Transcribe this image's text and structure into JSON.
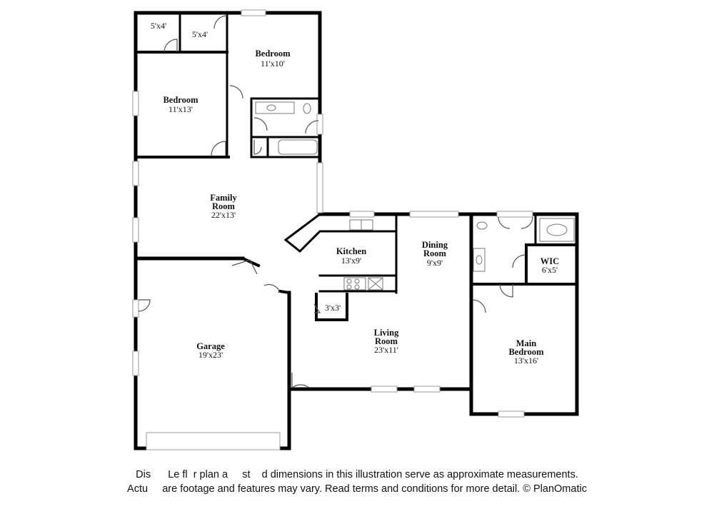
{
  "rooms": {
    "closet_a": {
      "dims": "5'x4'"
    },
    "closet_b": {
      "dims": "5'x4'"
    },
    "bedroom_top": {
      "label": "Bedroom",
      "dims": "11'x10'"
    },
    "bedroom_left": {
      "label": "Bedroom",
      "dims": "11'x13'"
    },
    "family_room": {
      "label_line1": "Family",
      "label_line2": "Room",
      "dims": "22'x13'"
    },
    "kitchen": {
      "label": "Kitchen",
      "dims": "13'x9'"
    },
    "dining_room": {
      "label_line1": "Dining",
      "label_line2": "Room",
      "dims": "9'x9'"
    },
    "wic": {
      "label": "WIC",
      "dims": "6'x5'"
    },
    "pantry": {
      "dims": "3'x3'"
    },
    "garage": {
      "label": "Garage",
      "dims": "19'x23'"
    },
    "living_room": {
      "label_line1": "Living",
      "label_line2": "Room",
      "dims": "23'x11'"
    },
    "main_bedroom": {
      "label_line1": "Main",
      "label_line2": "Bedroom",
      "dims": "13'x16'"
    }
  },
  "disclaimer": {
    "line1": "Dis      Le fl  r plan a     st    d dimensions in this illustration serve as approximate measurements.",
    "line2": "Actu     are footage and features may vary. Read terms and conditions for more detail. © PlanOmatic"
  }
}
